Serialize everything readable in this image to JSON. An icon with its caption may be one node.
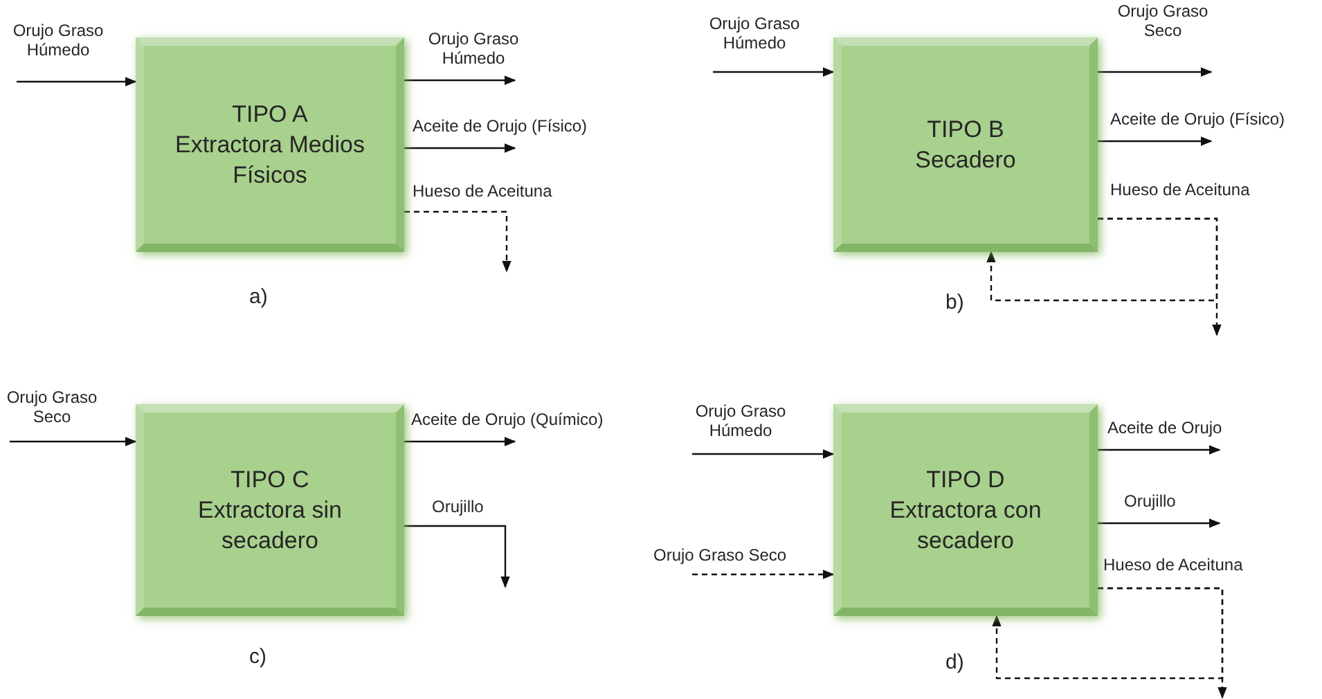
{
  "diagram": {
    "nodes": [
      {
        "text": [
          "TIPO A",
          "Extractora Medios Físicos"
        ],
        "beside": [
          "a)"
        ]
      },
      {
        "text": [
          "TIPO B",
          "Secadero"
        ],
        "beside": [
          "b)"
        ]
      },
      {
        "text": [
          "TIPO C",
          "Extractora sin secadero"
        ],
        "beside": [
          "c)"
        ]
      },
      {
        "text": [
          "TIPO D",
          "Extractora con secadero"
        ],
        "beside": [
          "d)"
        ]
      }
    ],
    "edges": [
      {
        "from": null,
        "to": 0,
        "arrow": "to",
        "label": "Orujo Graso Húmedo"
      },
      {
        "from": 0,
        "to": null,
        "arrow": "to",
        "label": "Orujo Graso Húmedo"
      },
      {
        "from": 0,
        "to": null,
        "arrow": "to",
        "label": "Aceite de Orujo (Físico)"
      },
      {
        "from": 0,
        "to": null,
        "arrow": "to",
        "label": "Hueso de Aceituna",
        "style": "dashed"
      },
      {
        "from": null,
        "to": 1,
        "arrow": "to",
        "label": "Orujo Graso Húmedo"
      },
      {
        "from": 1,
        "to": null,
        "arrow": "to",
        "label": "Orujo Graso Seco"
      },
      {
        "from": 1,
        "to": null,
        "arrow": "to",
        "label": "Aceite de Orujo (Físico)"
      },
      {
        "from": 1,
        "to": null,
        "arrow": "to",
        "label": "Hueso de Aceituna",
        "style": "dashed"
      },
      {
        "from": 1,
        "to": 1,
        "arrow": "to",
        "style": "dashed"
      },
      {
        "from": null,
        "to": 2,
        "arrow": "to",
        "label": "Orujo Graso Seco"
      },
      {
        "from": 2,
        "to": null,
        "arrow": "to",
        "label": "Aceite de Orujo (Químico)"
      },
      {
        "from": 2,
        "to": null,
        "arrow": "to",
        "label": "Orujillo"
      },
      {
        "from": null,
        "to": 3,
        "arrow": "to",
        "label": "Orujo Graso Húmedo"
      },
      {
        "from": null,
        "to": 3,
        "arrow": "to",
        "label": "Orujo Graso Seco",
        "style": "dashed"
      },
      {
        "from": 3,
        "to": null,
        "arrow": "to",
        "label": "Aceite de Orujo"
      },
      {
        "from": 3,
        "to": null,
        "arrow": "to",
        "label": "Orujillo"
      },
      {
        "from": 3,
        "to": null,
        "arrow": "to",
        "label": "Hueso de Aceituna",
        "style": "dashed"
      },
      {
        "from": 3,
        "to": 3,
        "arrow": "to",
        "style": "dashed"
      }
    ]
  }
}
